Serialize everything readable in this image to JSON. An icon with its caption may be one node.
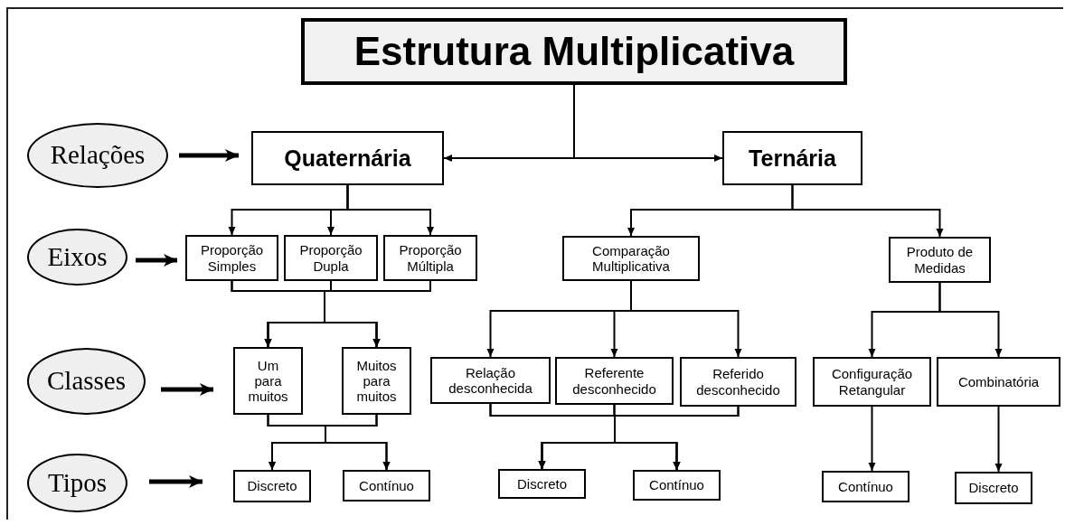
{
  "diagram": {
    "nodes": [
      {
        "text": [
          "Estrutura Multiplicativa"
        ]
      },
      {
        "text": [
          "Relações"
        ]
      },
      {
        "text": [
          "Quaternária"
        ]
      },
      {
        "text": [
          "Ternária"
        ]
      },
      {
        "text": [
          "Eixos"
        ]
      },
      {
        "text": [
          "Proporção Simples"
        ]
      },
      {
        "text": [
          "Proporção Dupla"
        ]
      },
      {
        "text": [
          "Proporção Múltipla"
        ]
      },
      {
        "text": [
          "Comparação Multiplicativa"
        ]
      },
      {
        "text": [
          "Produto de Medidas"
        ]
      },
      {
        "text": [
          "Classes"
        ]
      },
      {
        "text": [
          "Um para muitos"
        ]
      },
      {
        "text": [
          "Muitos para muitos"
        ]
      },
      {
        "text": [
          "Relação desconhecida"
        ]
      },
      {
        "text": [
          "Referente desconhecido"
        ]
      },
      {
        "text": [
          "Referido desconhecido"
        ]
      },
      {
        "text": [
          "Configuração Retangular"
        ]
      },
      {
        "text": [
          "Combinatória"
        ]
      },
      {
        "text": [
          "Tipos"
        ]
      },
      {
        "text": [
          "Discreto"
        ]
      },
      {
        "text": [
          "Contínuo"
        ]
      },
      {
        "text": [
          "Discreto"
        ]
      },
      {
        "text": [
          "Contínuo"
        ]
      },
      {
        "text": [
          "Contínuo"
        ]
      },
      {
        "text": [
          "Discreto"
        ]
      }
    ],
    "edges": [
      {
        "from": 0,
        "to": 2,
        "arrow": "to"
      },
      {
        "from": 0,
        "to": 3,
        "arrow": "to"
      },
      {
        "from": 1,
        "to": 2,
        "arrow": "to",
        "style": "thick"
      },
      {
        "from": 2,
        "to": 5,
        "arrow": "to"
      },
      {
        "from": 2,
        "to": 6,
        "arrow": "to"
      },
      {
        "from": 2,
        "to": 7,
        "arrow": "to"
      },
      {
        "from": 3,
        "to": 8,
        "arrow": "to"
      },
      {
        "from": 3,
        "to": 9,
        "arrow": "to"
      },
      {
        "from": 4,
        "to": 5,
        "arrow": "to",
        "style": "thick"
      },
      {
        "from": 5,
        "to": 11,
        "arrow": "to"
      },
      {
        "from": 6,
        "to": 11,
        "arrow": "to"
      },
      {
        "from": 7,
        "to": 11,
        "arrow": "to"
      },
      {
        "from": 5,
        "to": 12,
        "arrow": "to"
      },
      {
        "from": 6,
        "to": 12,
        "arrow": "to"
      },
      {
        "from": 7,
        "to": 12,
        "arrow": "to"
      },
      {
        "from": 8,
        "to": 13,
        "arrow": "to"
      },
      {
        "from": 8,
        "to": 14,
        "arrow": "to"
      },
      {
        "from": 8,
        "to": 15,
        "arrow": "to"
      },
      {
        "from": 9,
        "to": 16,
        "arrow": "to"
      },
      {
        "from": 9,
        "to": 17,
        "arrow": "to"
      },
      {
        "from": 10,
        "to": 11,
        "arrow": "to",
        "style": "thick"
      },
      {
        "from": 11,
        "to": 19,
        "arrow": "to"
      },
      {
        "from": 12,
        "to": 19,
        "arrow": "to"
      },
      {
        "from": 11,
        "to": 20,
        "arrow": "to"
      },
      {
        "from": 12,
        "to": 20,
        "arrow": "to"
      },
      {
        "from": 13,
        "to": 21,
        "arrow": "to"
      },
      {
        "from": 14,
        "to": 21,
        "arrow": "to"
      },
      {
        "from": 15,
        "to": 21,
        "arrow": "to"
      },
      {
        "from": 13,
        "to": 22,
        "arrow": "to"
      },
      {
        "from": 14,
        "to": 22,
        "arrow": "to"
      },
      {
        "from": 15,
        "to": 22,
        "arrow": "to"
      },
      {
        "from": 16,
        "to": 23,
        "arrow": "to"
      },
      {
        "from": 17,
        "to": 24,
        "arrow": "to"
      },
      {
        "from": 18,
        "to": 19,
        "arrow": "to",
        "style": "thick"
      }
    ]
  }
}
